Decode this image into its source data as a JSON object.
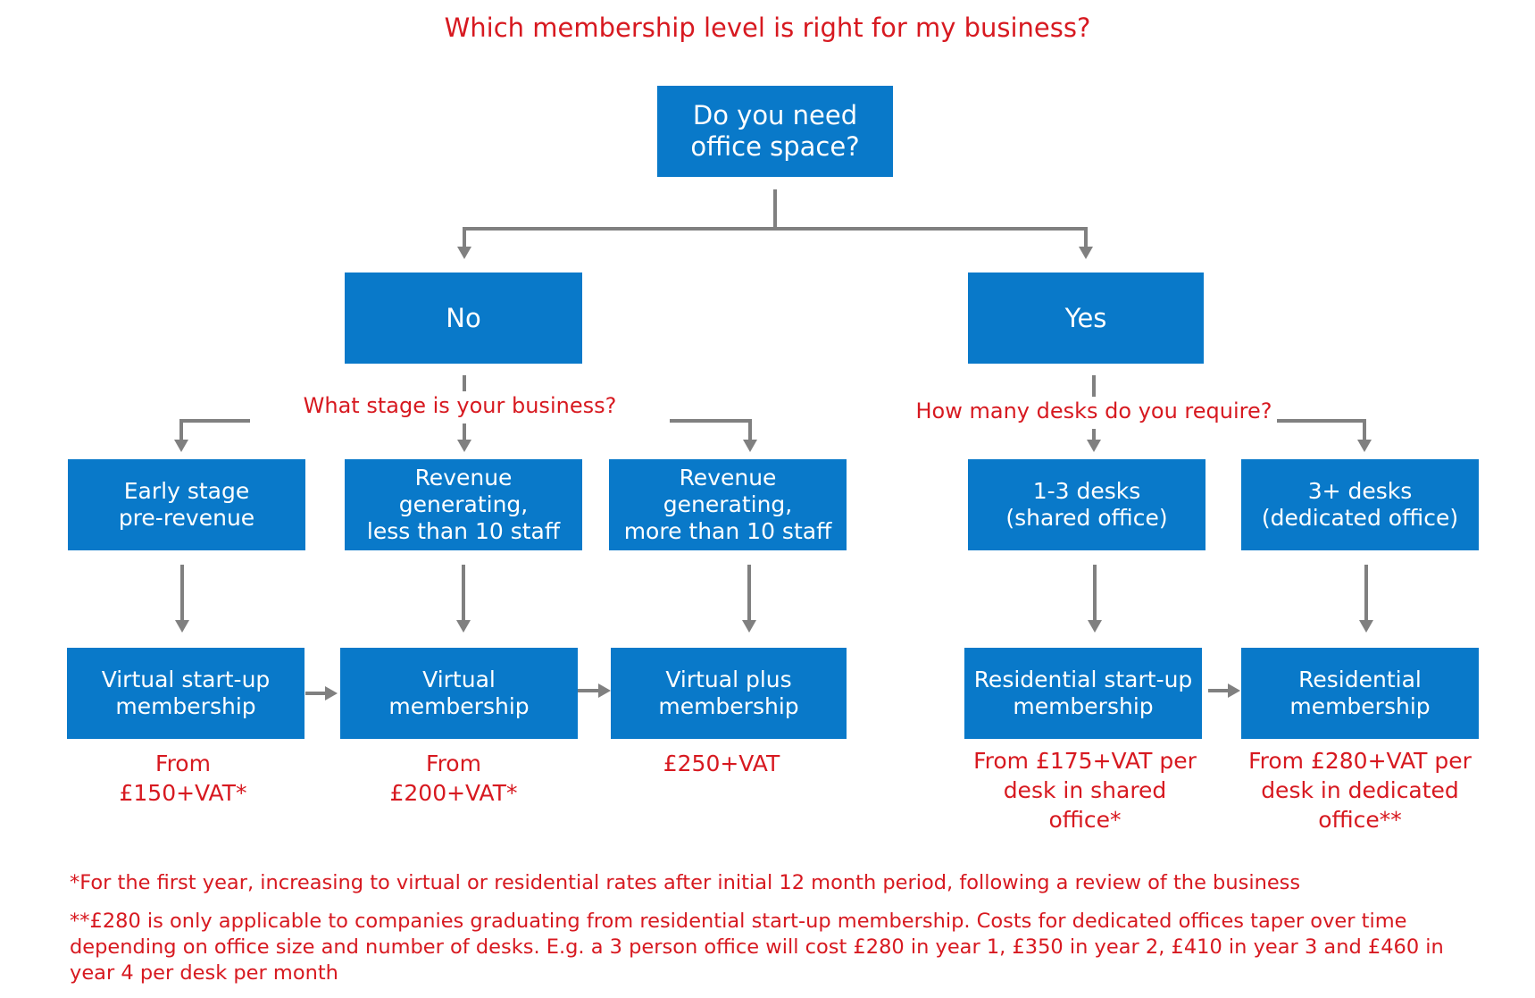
{
  "title": "Which membership level is right for my business?",
  "root": [
    "Do you need",
    "office space?"
  ],
  "no": "No",
  "yes": "Yes",
  "question_stage": "What stage is your business?",
  "question_desks": "How many desks do you require?",
  "stages": [
    [
      "Early stage",
      "pre-revenue"
    ],
    [
      "Revenue generating,",
      "less than 10 staff"
    ],
    [
      "Revenue generating,",
      "more than 10 staff"
    ]
  ],
  "desks": [
    [
      "1-3 desks",
      "(shared office)"
    ],
    [
      "3+ desks",
      "(dedicated office)"
    ]
  ],
  "memberships": [
    [
      "Virtual start-up",
      "membership"
    ],
    [
      "Virtual",
      "membership"
    ],
    [
      "Virtual plus",
      "membership"
    ],
    [
      "Residential start-up",
      "membership"
    ],
    [
      "Residential",
      "membership"
    ]
  ],
  "prices": [
    [
      "From",
      "£150+VAT*"
    ],
    [
      "From",
      "£200+VAT*"
    ],
    [
      "£250+VAT"
    ],
    [
      "From £175+VAT per",
      "desk in shared",
      "office*"
    ],
    [
      "From £280+VAT per",
      "desk in dedicated",
      "office**"
    ]
  ],
  "footnotes": [
    "*For the first year, increasing to virtual or residential rates after initial 12 month period, following a review of the business",
    "**£280 is only applicable to companies graduating from residential start-up membership. Costs for dedicated offices taper over time depending on office size and number of desks. E.g. a 3 person office will cost £280 in year 1, £350 in year 2, £410 in year 3 and £460 in year 4 per desk per month"
  ],
  "colors": {
    "box": "#0979c9",
    "text_red": "#d71920",
    "connector": "#808080"
  }
}
